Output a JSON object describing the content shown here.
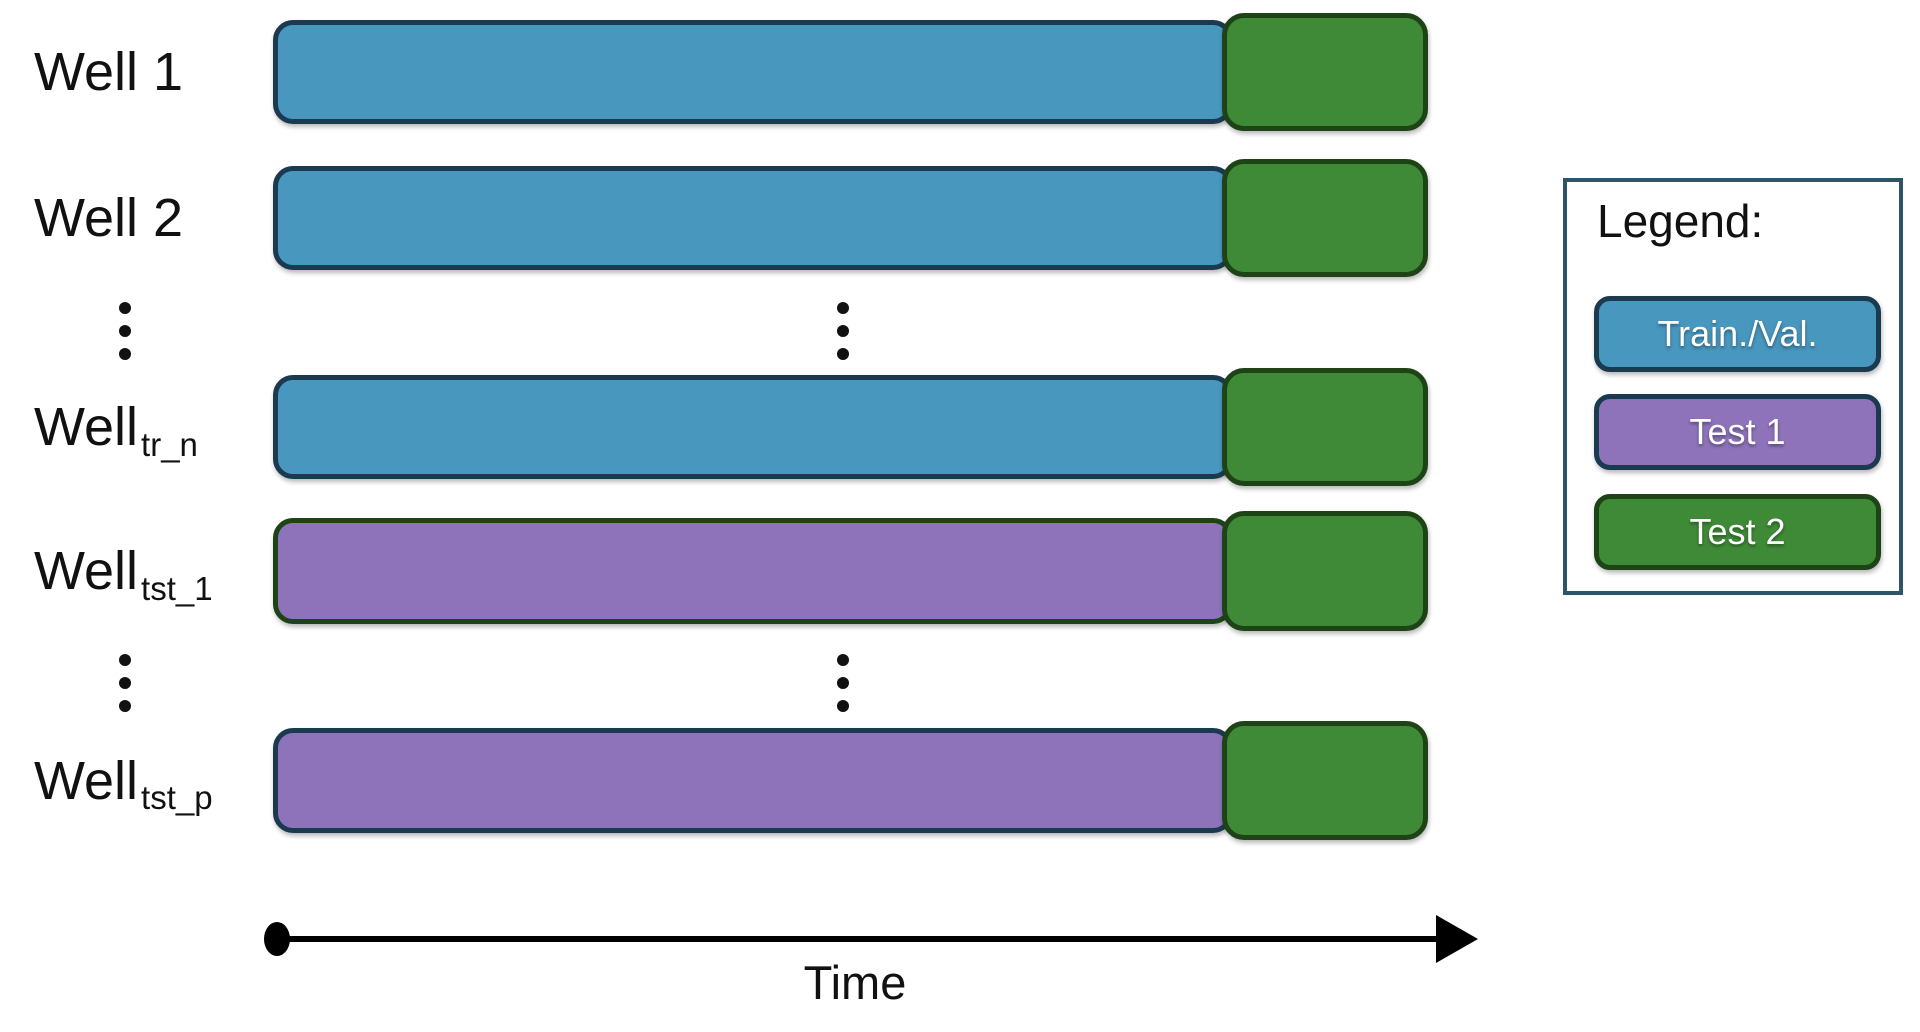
{
  "rows": [
    {
      "label_main": "Well 1",
      "label_sub": "",
      "segments": [
        "train_val",
        "test2"
      ]
    },
    {
      "label_main": "Well 2",
      "label_sub": "",
      "segments": [
        "train_val",
        "test2"
      ]
    },
    {
      "label_main": "Well",
      "label_sub": "tr_n",
      "segments": [
        "train_val",
        "test2"
      ]
    },
    {
      "label_main": "Well",
      "label_sub": "tst_1",
      "segments": [
        "test1",
        "test2"
      ]
    },
    {
      "label_main": "Well",
      "label_sub": "tst_p",
      "segments": [
        "test1",
        "test2"
      ]
    }
  ],
  "legend": {
    "title": "Legend:",
    "items": [
      {
        "label": "Train./Val.",
        "color_key": "train"
      },
      {
        "label": "Test 1",
        "color_key": "test1"
      },
      {
        "label": "Test 2",
        "color_key": "test2"
      }
    ]
  },
  "axis": {
    "label": "Time"
  },
  "colors": {
    "train": "#4897BF",
    "test1": "#8E73BA",
    "test2": "#3F8A37",
    "outline_navy": "#1B3A4F",
    "outline_green": "#1D4316",
    "legend_border": "#2E5468",
    "axis": "#000000",
    "text": "#111111"
  }
}
